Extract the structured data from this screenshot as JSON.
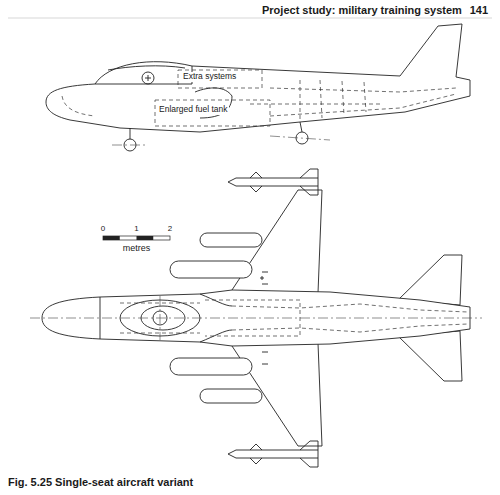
{
  "diagram": {
    "caption": "Fig. 5.25 Single-seat aircraft variant",
    "labels": [
      "Project study: military training system",
      "141",
      "Extra systems",
      "Enlarged fuel tank",
      "0",
      "1",
      "2",
      "metres"
    ]
  }
}
